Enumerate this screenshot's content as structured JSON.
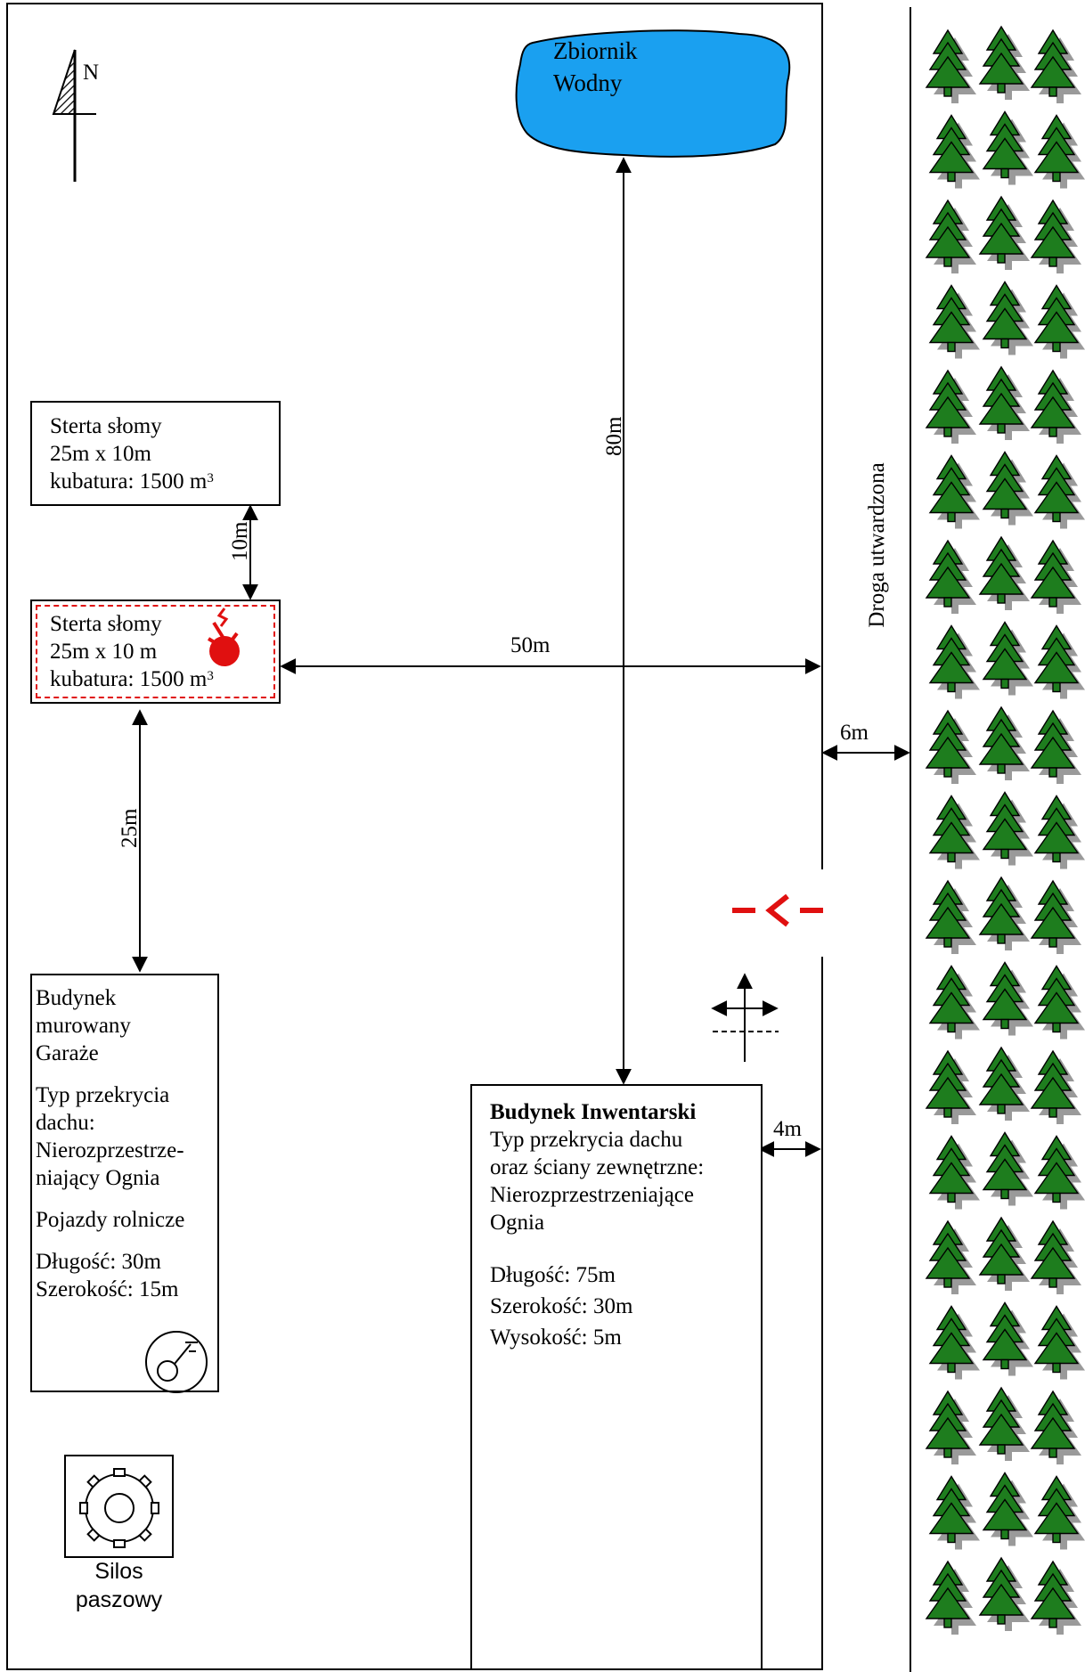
{
  "north": {
    "label": "N"
  },
  "reservoir": {
    "line1": "Zbiornik",
    "line2": "Wodny"
  },
  "straw_stack_1": {
    "name": "Sterta słomy",
    "size": "25m x 10m",
    "volume": "kubatura: 1500 m",
    "volume_exp": "3"
  },
  "straw_stack_2": {
    "name": "Sterta słomy",
    "size": "25m x 10 m",
    "volume": "kubatura: 1500 m",
    "volume_exp": "3"
  },
  "garage": {
    "lines": [
      "Budynek",
      "murowany",
      "Garaże"
    ],
    "roof": [
      "Typ przekrycia",
      "dachu:",
      "Nierozprzestrze-",
      "niający Ognia"
    ],
    "contents": "Pojazdy rolnicze",
    "length": "Długość: 30m",
    "width": "Szerokość: 15m"
  },
  "silo": {
    "line1": "Silos",
    "line2": "paszowy"
  },
  "livestock": {
    "title": "Budynek Inwentarski",
    "lines": [
      "Typ przekrycia dachu",
      "oraz ściany zewnętrzne:",
      "Nierozprzestrzeniające",
      "Ognia"
    ],
    "length": "Długość: 75m",
    "width": "Szerokość: 30m",
    "height": "Wysokość: 5m"
  },
  "dimensions": {
    "d80": "80m",
    "d10": "10m",
    "d50": "50m",
    "d25": "25m",
    "d6": "6m",
    "d4": "4m"
  },
  "road": {
    "label": "Droga utwardzona"
  },
  "colors": {
    "water": "#1aa0f0",
    "tree": "#1e7d1e",
    "shadow": "#9a9a9a",
    "fire": "#e01010"
  },
  "icons": [
    "north-arrow-icon",
    "fire-icon",
    "fire-hydrant-icon",
    "silo-icon",
    "entry-arrow-icon",
    "crossroad-icon",
    "tree-icon"
  ]
}
